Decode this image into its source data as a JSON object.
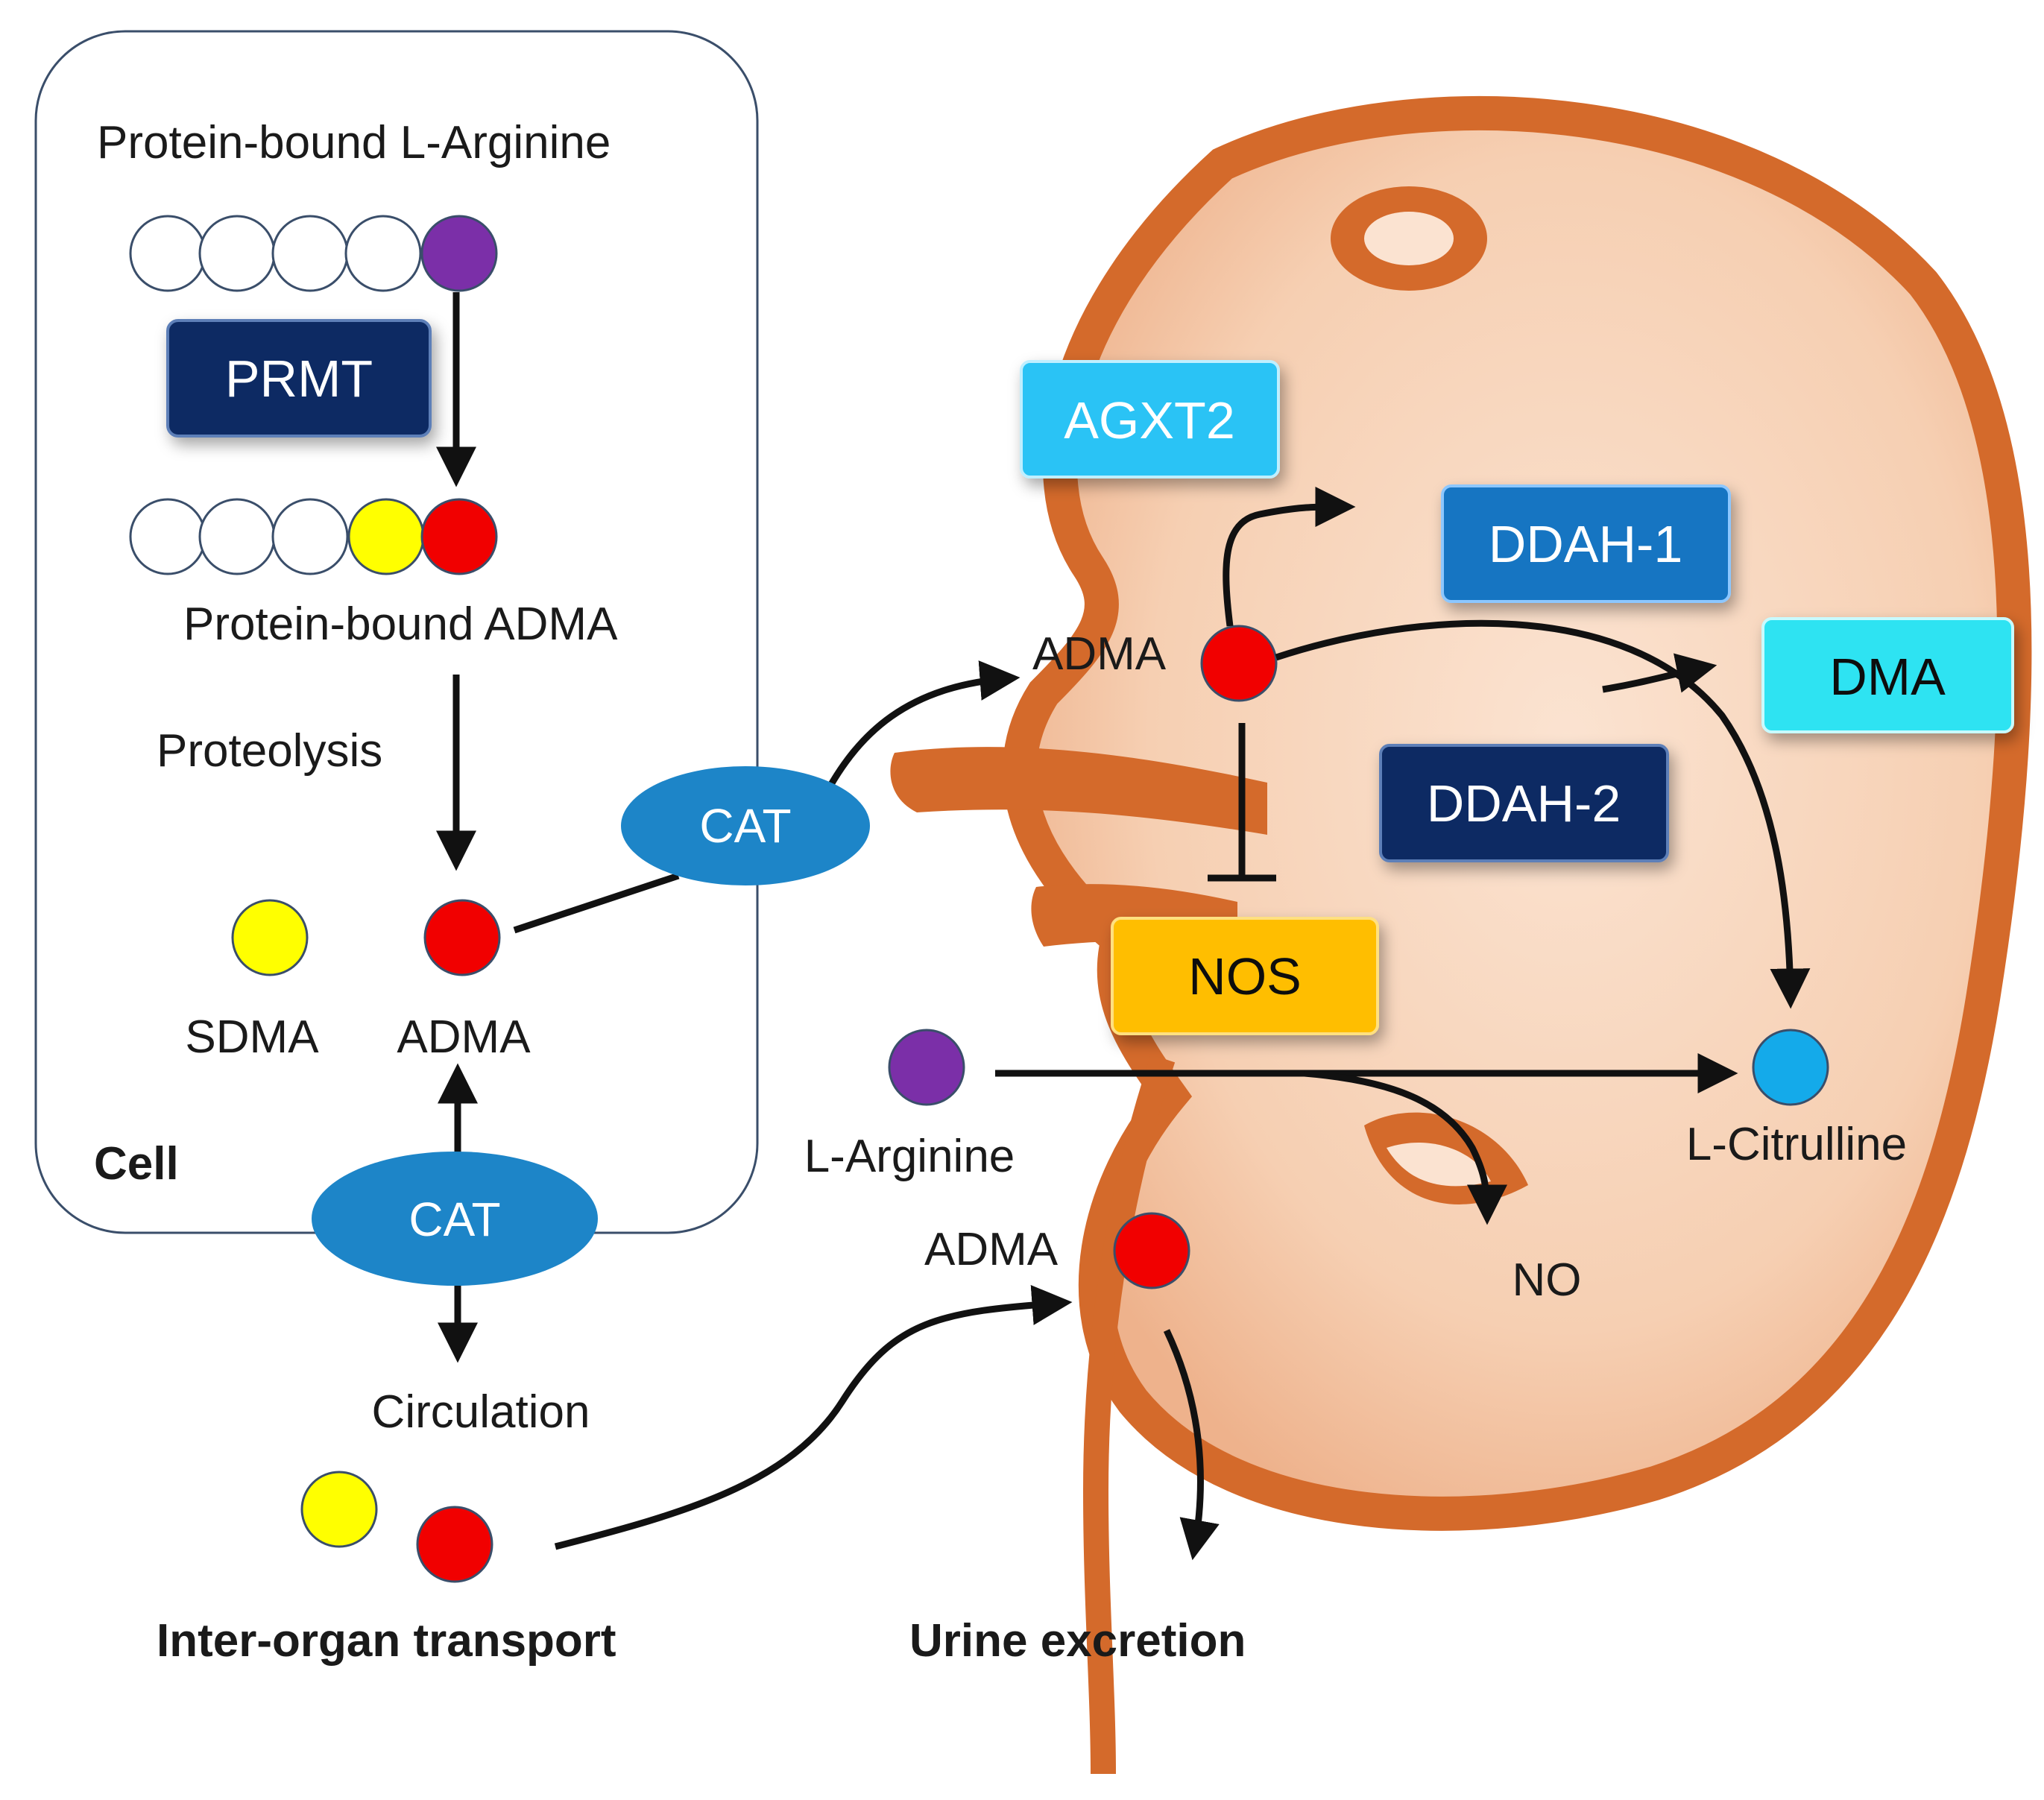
{
  "cell": {
    "label": "Cell",
    "protein_bound_arginine": "Protein-bound L-Arginine",
    "enzyme_prmt": "PRMT",
    "protein_bound_adma": "Protein-bound ADMA",
    "proteolysis": "Proteolysis",
    "sdma": "SDMA",
    "adma": "ADMA"
  },
  "transport": {
    "cat_membrane": "CAT",
    "cat_kidney": "CAT",
    "circulation": "Circulation",
    "inter_organ": "Inter-organ transport"
  },
  "kidney": {
    "agxt2": "AGXT2",
    "ddah1": "DDAH-1",
    "ddah2": "DDAH-2",
    "dma": "DMA",
    "nos": "NOS",
    "adma_top": "ADMA",
    "adma_bottom": "ADMA",
    "l_arginine": "L-Arginine",
    "l_citrulline": "L-Citrulline",
    "no": "NO",
    "urine": "Urine excretion"
  },
  "colors": {
    "adma": "#f10000",
    "sdma": "#ffff00",
    "arginine": "#7b2fa8",
    "citrulline": "#14aaea",
    "cat": "#1d85c8",
    "prmt_box": "#0b2b63",
    "ddah1_box": "#1675c2",
    "ddah2_box": "#0b2b63",
    "agxt2_box": "#29c3f5",
    "dma_box": "#2ee3f2",
    "nos_box": "#ffbe00",
    "kidney": "#d46a2b",
    "kidney_light": "#f6cfb2"
  }
}
